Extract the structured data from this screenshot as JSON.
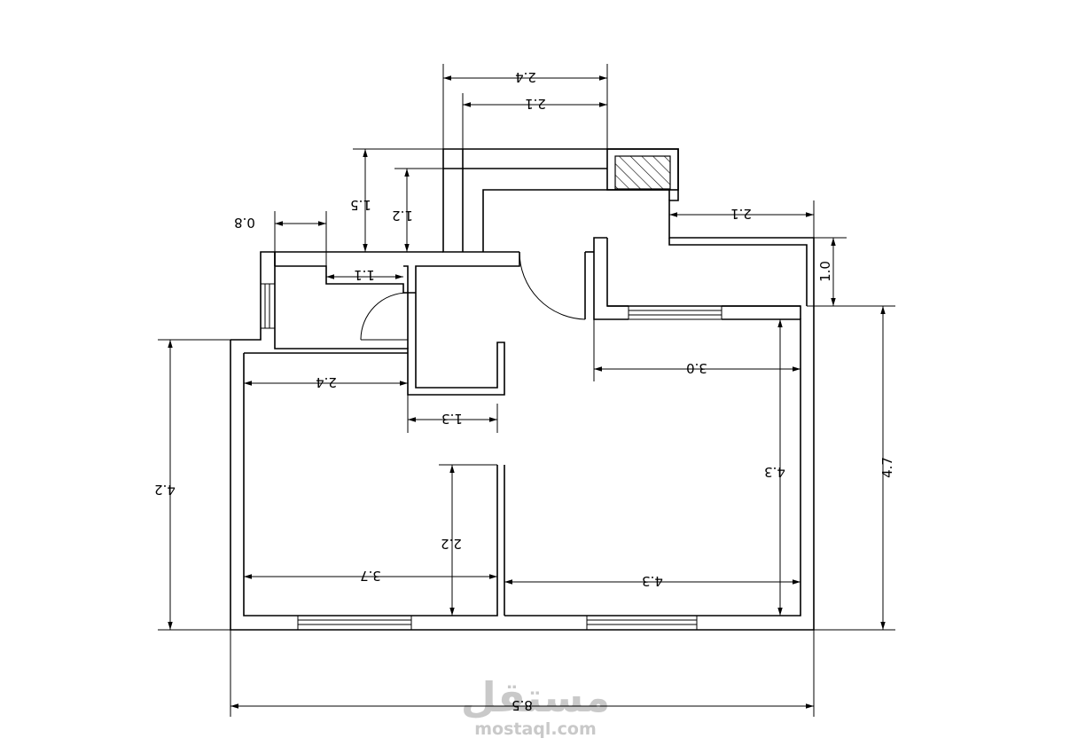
{
  "dimensions": {
    "top_outer": "2.4",
    "top_inner": "2.1",
    "left_stub": "0.8",
    "riser_outer": "1.5",
    "riser_inner": "1.2",
    "corridor_upper": "1.1",
    "right_top": "2.1",
    "right_step": "1.0",
    "right_room_width": "3.0",
    "right_room_height": "4.3",
    "right_total_height": "4.7",
    "left_room_width": "2.4",
    "closet_width": "1.3",
    "left_total_height": "4.2",
    "bottom_partition": "2.2",
    "bottom_left_width": "3.7",
    "bottom_right_width": "4.3",
    "overall_width": "8.5"
  },
  "watermark": {
    "logo_text": "مستقل",
    "url": "mostaql.com"
  }
}
